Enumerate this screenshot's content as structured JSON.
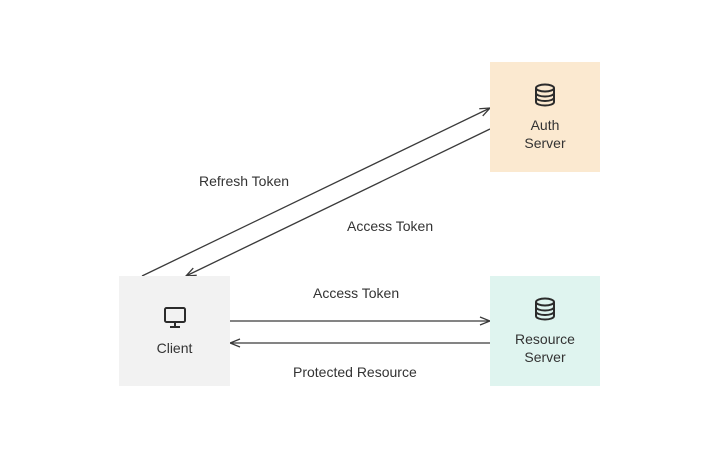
{
  "nodes": {
    "auth_server": {
      "label": "Auth\nServer",
      "icon": "database-icon",
      "fill": "#fbe9d0"
    },
    "resource_server": {
      "label": "Resource\nServer",
      "icon": "database-icon",
      "fill": "#dff4ef"
    },
    "client": {
      "label": "Client",
      "icon": "monitor-icon",
      "fill": "#f2f2f2"
    }
  },
  "edges": {
    "refresh_token": "Refresh Token",
    "access_token_auth": "Access Token",
    "access_token_resource": "Access Token",
    "protected_resource": "Protected Resource"
  },
  "colors": {
    "line": "#3a3a3a",
    "icon": "#2b2b2b"
  }
}
